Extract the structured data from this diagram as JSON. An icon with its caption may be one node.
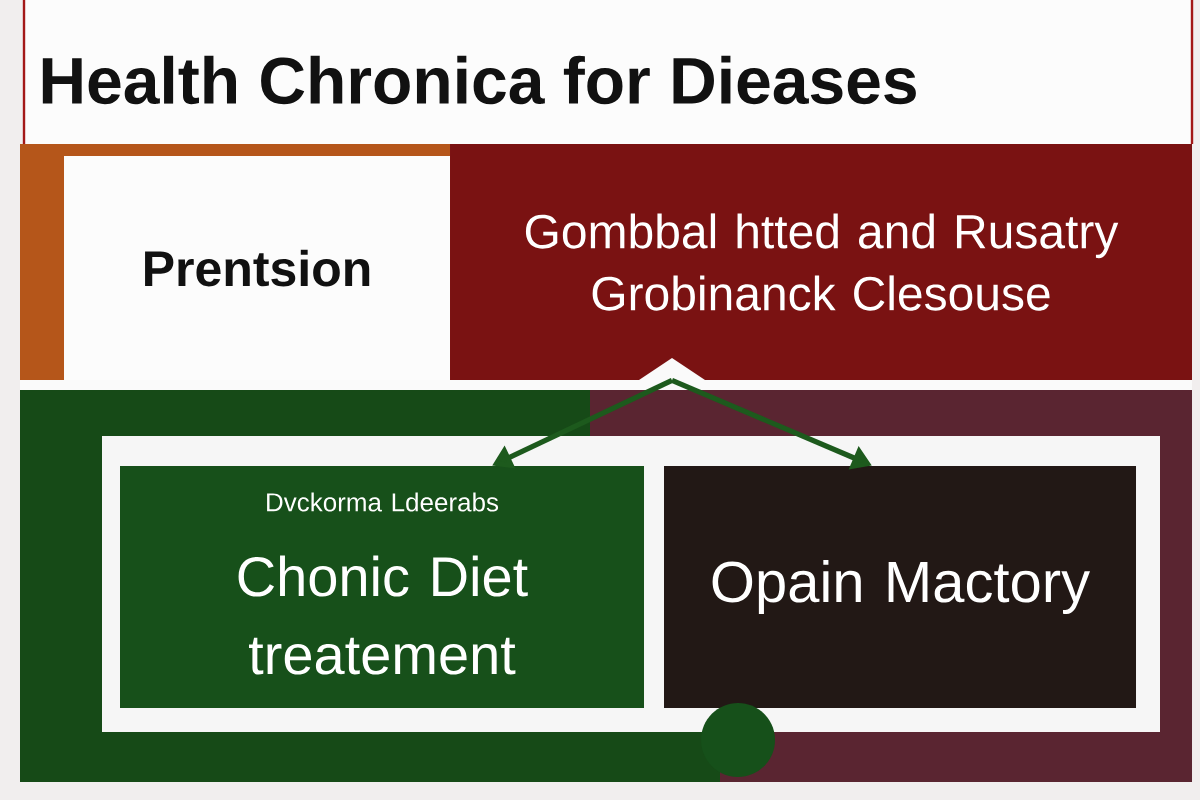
{
  "diagram": {
    "title": "Health Chronica for Dieases",
    "nodes": [
      {
        "text": [
          "Prentsion"
        ]
      },
      {
        "text": [
          "Gombbal htted and Rusatry Grobinanck Clesouse"
        ]
      },
      {
        "text": [
          "Dvckorma Ldeerabs",
          "Chonic Diet treatement"
        ]
      },
      {
        "text": [
          "Opain Mactory"
        ]
      }
    ],
    "edges": [
      {
        "from": 1,
        "to": 2,
        "arrow": "to"
      },
      {
        "from": 1,
        "to": 3,
        "arrow": "to"
      }
    ]
  }
}
